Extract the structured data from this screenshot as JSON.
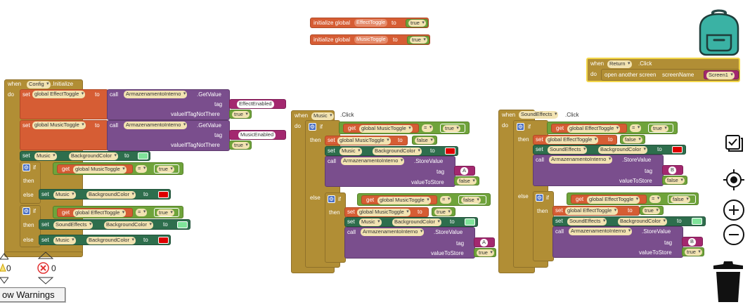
{
  "globals": [
    {
      "prefix": "initialize global",
      "name": "EffectToggle",
      "to": "to",
      "value": "true"
    },
    {
      "prefix": "initialize global",
      "name": "MusicToggle",
      "to": "to",
      "value": "true"
    }
  ],
  "return_click": {
    "when": "when",
    "component": "Return",
    "event": ".Click",
    "do": "do",
    "action": "open another screen",
    "param": "screenName",
    "screen": "Screen1"
  },
  "config": {
    "when": "when",
    "component": "Config",
    "event": ".Initialize",
    "do": "do",
    "set": "set",
    "to": "to",
    "call": "call",
    "get": "get",
    "if": "if",
    "then": "then",
    "else": "else",
    "store_comp": "ArmazenamentoInterno",
    "get_value": ".GetValue",
    "tag": "tag",
    "value_if": "valueIfTagNotThere",
    "g_effect": "global EffectToggle",
    "g_music": "global MusicToggle",
    "effect_enabled": "EffectEnabled",
    "music_enabled": "MusicEnabled",
    "true": "true",
    "eq": "=",
    "music": "Music",
    "sfx": "SoundEffects",
    "bgcolor": "BackgroundColor"
  },
  "music_click": {
    "when": "when",
    "component": "Music",
    "event": ".Click",
    "do": "do",
    "if": "if",
    "then": "then",
    "else": "else",
    "get": "get",
    "set": "set",
    "to": "to",
    "call": "call",
    "g_music": "global MusicToggle",
    "eq": "=",
    "true": "true",
    "false": "false",
    "music": "Music",
    "bgcolor": "BackgroundColor",
    "store_comp": "ArmazenamentoInterno",
    "store_value": ".StoreValue",
    "tag": "tag",
    "value_to_store": "valueToStore",
    "tag_val": "A"
  },
  "sfx_click": {
    "when": "when",
    "component": "SoundEffects",
    "event": ".Click",
    "do": "do",
    "if": "if",
    "then": "then",
    "else": "else",
    "get": "get",
    "set": "set",
    "to": "to",
    "call": "call",
    "g_effect": "global EffectToggle",
    "eq": "=",
    "true": "true",
    "false": "false",
    "sfx": "SoundEffects",
    "bgcolor": "BackgroundColor",
    "store_comp": "ArmazenamentoInterno",
    "store_value": ".StoreValue",
    "tag": "tag",
    "value_to_store": "valueToStore",
    "tag_val": "B"
  },
  "warnings": {
    "warning_count": "0",
    "error_count": "0",
    "toggle_label": "ow Warnings"
  },
  "toolbar_icons": [
    "backpack-icon",
    "checklist-icon",
    "target-icon",
    "zoom-in-icon",
    "zoom-out-icon",
    "trash-icon"
  ],
  "colors": {
    "green": "#7fe39a",
    "red": "#dd0000",
    "control": "#b18e35",
    "variable": "#d65d34",
    "component": "#2e6e4d",
    "procedure": "#7a4e8d",
    "logic": "#6fa33b",
    "text": "#a3286f"
  }
}
